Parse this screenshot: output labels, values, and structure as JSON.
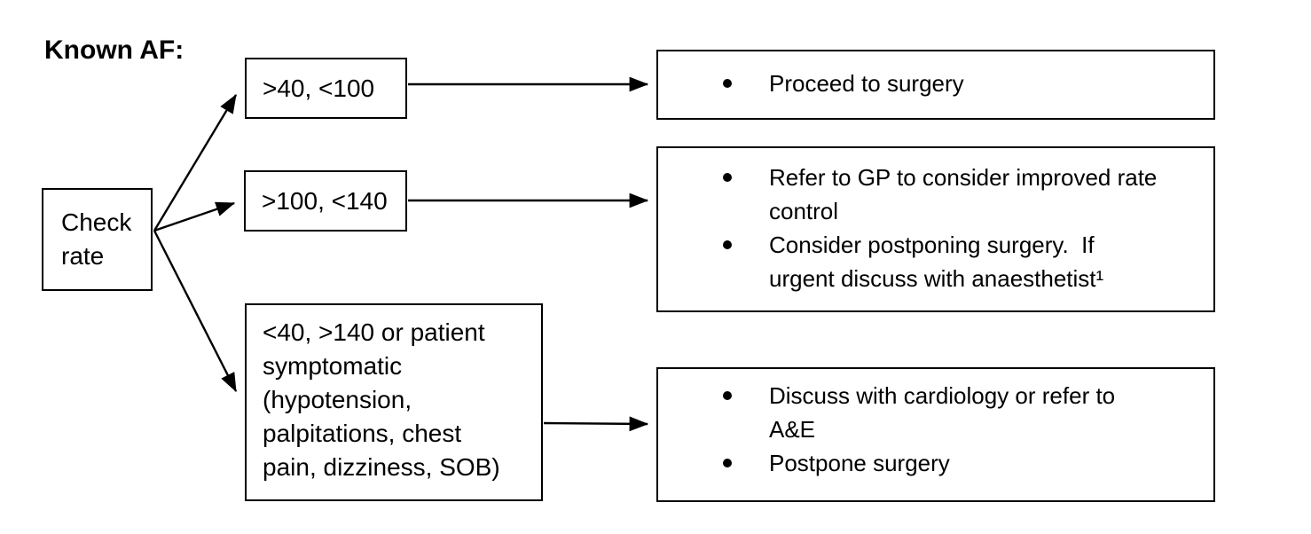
{
  "title": "Known AF:",
  "colors": {
    "ink": "#000000",
    "background": "#ffffff"
  },
  "flowchart": {
    "root": {
      "label": "Check rate"
    },
    "branches": [
      {
        "condition": ">40, <100",
        "outcomes": [
          "Proceed to surgery"
        ]
      },
      {
        "condition": ">100, <140",
        "outcomes": [
          "Refer to GP to consider improved rate control",
          "Consider postponing surgery.  If urgent discuss with anaesthetist¹"
        ]
      },
      {
        "condition": "<40, >140 or patient symptomatic (hypotension, palpitations, chest pain, dizziness, SOB)",
        "outcomes": [
          "Discuss with cardiology or refer to A&E",
          "Postpone surgery"
        ]
      }
    ]
  }
}
